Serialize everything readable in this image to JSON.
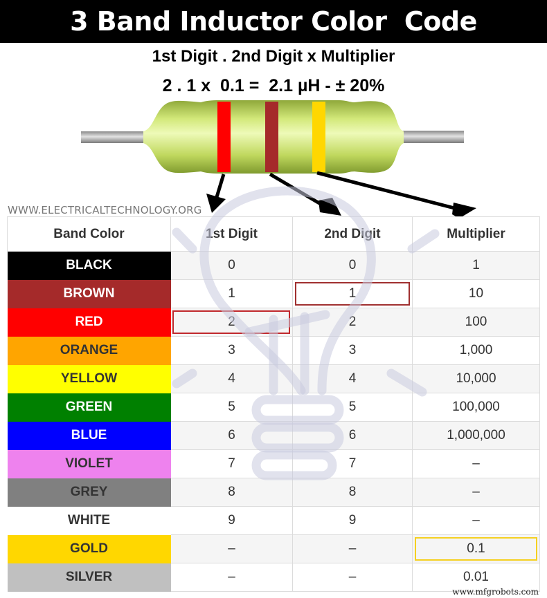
{
  "title": "3 Band Inductor Color  Code",
  "formula": {
    "line1": "1st Digit . 2nd Digit x Multiplier",
    "line2": "2 . 1 x  0.1 =  2.1 µH - ± 20%"
  },
  "inductor": {
    "bands": [
      {
        "name": "1st-digit-band",
        "color": "#ff0000"
      },
      {
        "name": "2nd-digit-band",
        "color": "#a52a2a"
      },
      {
        "name": "multiplier-band",
        "color": "#ffd700"
      }
    ],
    "body_color": "#b5cc4a",
    "lead_color": "#b0b0b0"
  },
  "site_label": "WWW.ELECTRICALTECHNOLOGY.ORG",
  "table": {
    "headers": [
      "Band Color",
      "1st Digit",
      "2nd Digit",
      "Multiplier"
    ],
    "rows": [
      {
        "color": "BLACK",
        "bg": "#000000",
        "fg": "#ffffff",
        "d1": "0",
        "d2": "0",
        "mult": "1"
      },
      {
        "color": "BROWN",
        "bg": "#a52a2a",
        "fg": "#ffffff",
        "d1": "1",
        "d2": "1",
        "mult": "10",
        "highlight": "d2"
      },
      {
        "color": "RED",
        "bg": "#ff0000",
        "fg": "#ffffff",
        "d1": "2",
        "d2": "2",
        "mult": "100",
        "highlight": "d1"
      },
      {
        "color": "ORANGE",
        "bg": "#ffa500",
        "fg": "#333333",
        "d1": "3",
        "d2": "3",
        "mult": "1,000"
      },
      {
        "color": "YELLOW",
        "bg": "#ffff00",
        "fg": "#333333",
        "d1": "4",
        "d2": "4",
        "mult": "10,000"
      },
      {
        "color": "GREEN",
        "bg": "#008000",
        "fg": "#ffffff",
        "d1": "5",
        "d2": "5",
        "mult": "100,000"
      },
      {
        "color": "BLUE",
        "bg": "#0000ff",
        "fg": "#ffffff",
        "d1": "6",
        "d2": "6",
        "mult": "1,000,000"
      },
      {
        "color": "VIOLET",
        "bg": "#ee82ee",
        "fg": "#333333",
        "d1": "7",
        "d2": "7",
        "mult": "–"
      },
      {
        "color": "GREY",
        "bg": "#808080",
        "fg": "#333333",
        "d1": "8",
        "d2": "8",
        "mult": "–"
      },
      {
        "color": "WHITE",
        "bg": "#ffffff",
        "fg": "#333333",
        "d1": "9",
        "d2": "9",
        "mult": "–"
      },
      {
        "color": "GOLD",
        "bg": "#ffd700",
        "fg": "#333333",
        "d1": "–",
        "d2": "–",
        "mult": "0.1",
        "highlight": "mult"
      },
      {
        "color": "SILVER",
        "bg": "#c0c0c0",
        "fg": "#333333",
        "d1": "–",
        "d2": "–",
        "mult": "0.01"
      }
    ]
  },
  "footer_mark": "www.mfgrobots.com"
}
